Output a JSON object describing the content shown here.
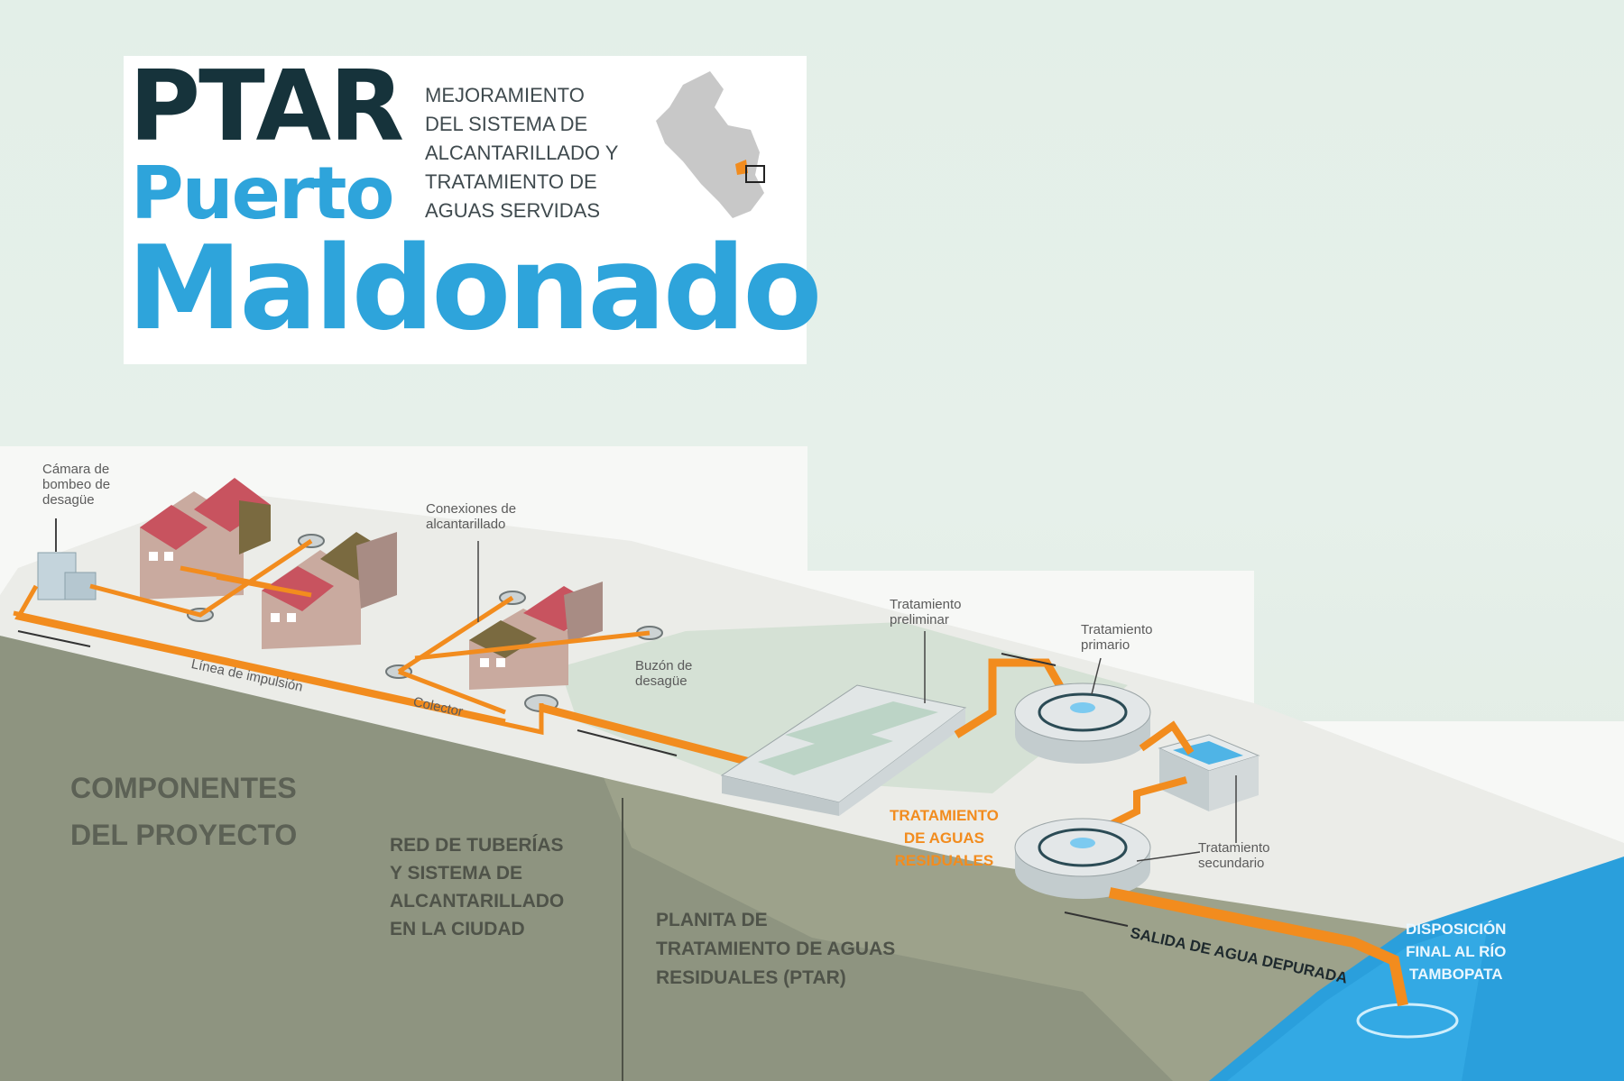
{
  "title": {
    "line1": "PTAR",
    "line2": "Puerto",
    "line3": "Maldonado",
    "subtitle": "MEJORAMIENTO\nDEL SISTEMA DE\nALCANTARILLADO Y\nTRATAMIENTO DE\nAGUAS SERVIDAS"
  },
  "labels": {
    "camara": "Cámara de\nbombeo de\ndesagüe",
    "conexiones": "Conexiones de\nalcantarillado",
    "linea": "Línea de impulsión",
    "colector": "Colector",
    "buzon": "Buzón de\ndesagüe",
    "preliminar": "Tratamiento\npreliminar",
    "primario": "Tratamiento\nprimario",
    "secundario": "Tratamiento\nsecundario",
    "tratamiento_aguas": "TRATAMIENTO\nDE AGUAS\nRESIDUALES",
    "salida": "SALIDA DE AGUA DEPURADA",
    "disposicion": "DISPOSICIÓN\nFINAL AL RÍO\nTAMBOPATA"
  },
  "sections": {
    "componentes": "COMPONENTES\nDEL PROYECTO",
    "red": "RED DE TUBERÍAS\nY SISTEMA  DE\nALCANTARILLADO\nEN LA CIUDAD",
    "planta": "PLANITA DE\nTRATAMIENTO DE AGUAS\nRESIDUALES (PTAR)"
  },
  "colors": {
    "pipe": "#f28c1e",
    "river": "#2a9fdc",
    "title_dark": "#16333b",
    "title_blue": "#2ea4db"
  }
}
